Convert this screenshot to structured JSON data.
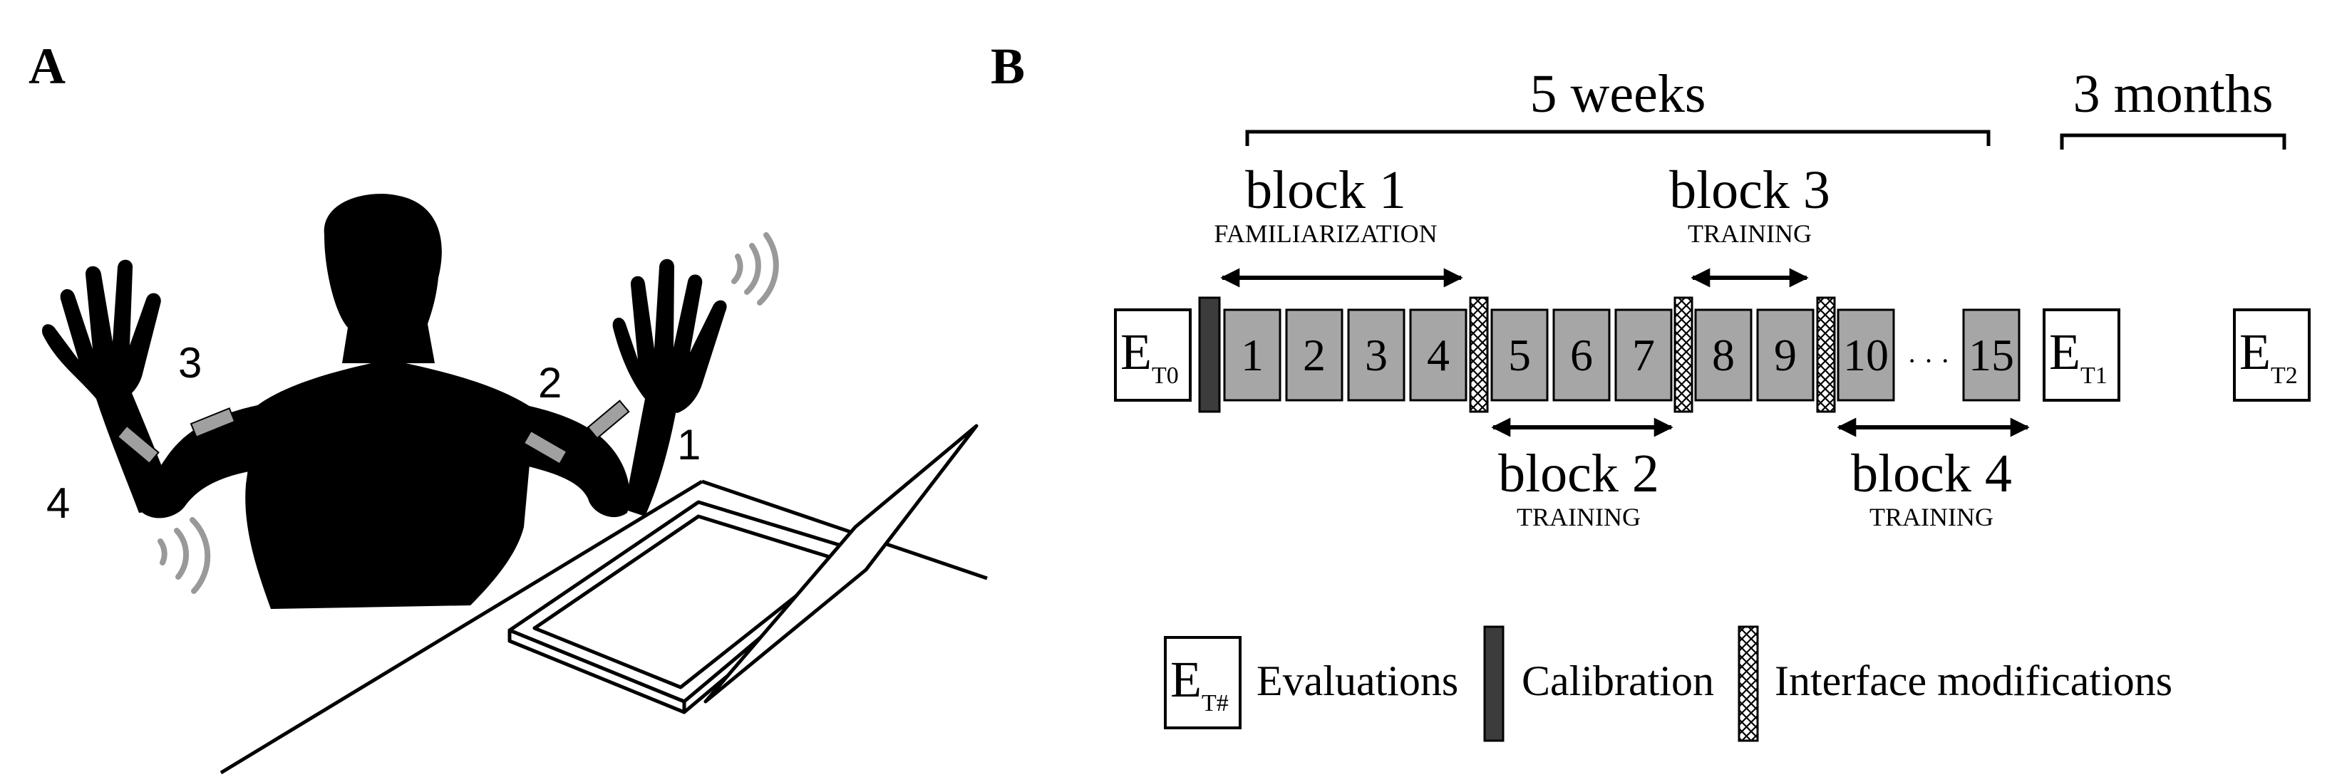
{
  "panel_a": {
    "label": "A",
    "sensor_labels": [
      "1",
      "2",
      "3",
      "4"
    ]
  },
  "panel_b": {
    "label": "B",
    "span_5_weeks": "5 weeks",
    "span_3_months": "3 months",
    "blocks": [
      {
        "title": "block 1",
        "subtitle": "FAMILIARIZATION"
      },
      {
        "title": "block 2",
        "subtitle": "TRAINING"
      },
      {
        "title": "block 3",
        "subtitle": "TRAINING"
      },
      {
        "title": "block 4",
        "subtitle": "TRAINING"
      }
    ],
    "sessions": [
      "1",
      "2",
      "3",
      "4",
      "5",
      "6",
      "7",
      "8",
      "9",
      "10",
      "15"
    ],
    "ellipsis": "· · ·",
    "evaluations": [
      {
        "main": "E",
        "sub": "T0"
      },
      {
        "main": "E",
        "sub": "T1"
      },
      {
        "main": "E",
        "sub": "T2"
      }
    ],
    "legend": {
      "eval_main": "E",
      "eval_sub": "T#",
      "evaluations": "Evaluations",
      "calibration": "Calibration",
      "interface": "Interface modifications"
    }
  },
  "colors": {
    "session_fill": "#a6a6a6",
    "calibration_fill": "#3c3c3c",
    "silhouette": "#000000",
    "sensor": "#a0a0a0",
    "vibration": "#999999"
  }
}
